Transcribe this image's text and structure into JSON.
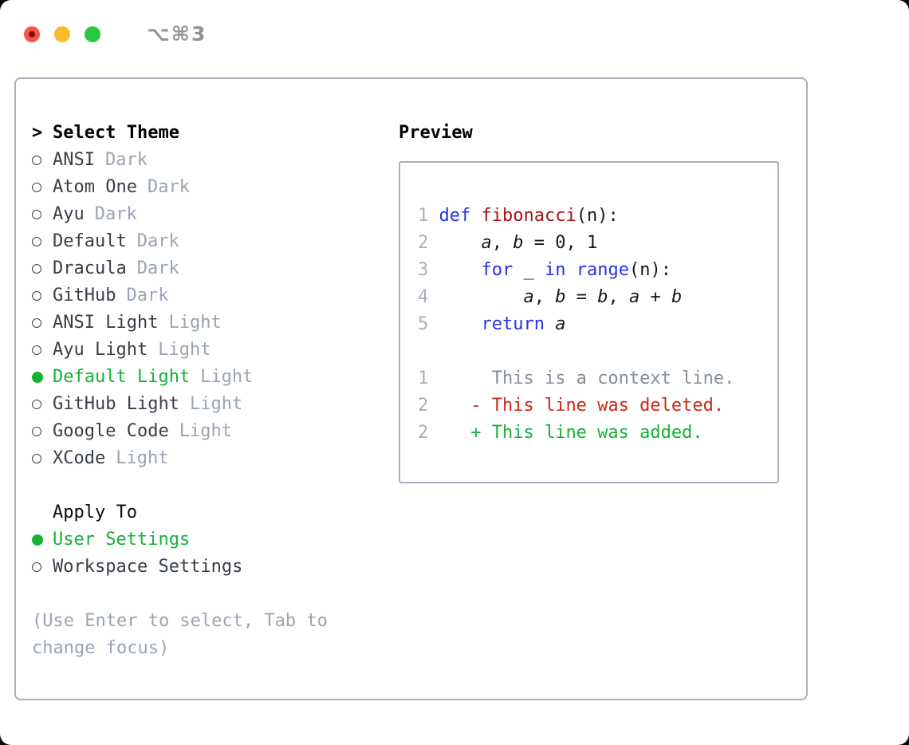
{
  "window": {
    "titlebar": {
      "shortcut_label": "⌥⌘3"
    }
  },
  "theme_panel": {
    "header": {
      "marker": ">",
      "label": "Select Theme"
    },
    "items": [
      {
        "name": "ANSI",
        "variant": "Dark",
        "selected": false
      },
      {
        "name": "Atom One",
        "variant": "Dark",
        "selected": false
      },
      {
        "name": "Ayu",
        "variant": "Dark",
        "selected": false
      },
      {
        "name": "Default",
        "variant": "Dark",
        "selected": false
      },
      {
        "name": "Dracula",
        "variant": "Dark",
        "selected": false
      },
      {
        "name": "GitHub",
        "variant": "Dark",
        "selected": false
      },
      {
        "name": "ANSI Light",
        "variant": "Light",
        "selected": false
      },
      {
        "name": "Ayu Light",
        "variant": "Light",
        "selected": false
      },
      {
        "name": "Default Light",
        "variant": "Light",
        "selected": true
      },
      {
        "name": "GitHub Light",
        "variant": "Light",
        "selected": false
      },
      {
        "name": "Google Code",
        "variant": "Light",
        "selected": false
      },
      {
        "name": "XCode",
        "variant": "Light",
        "selected": false
      }
    ],
    "apply_to": {
      "label": "Apply To",
      "options": [
        {
          "label": "User Settings",
          "selected": true
        },
        {
          "label": "Workspace Settings",
          "selected": false
        }
      ]
    },
    "help_lines": [
      "(Use Enter to select, Tab to",
      "change focus)"
    ]
  },
  "preview_panel": {
    "header": "Preview",
    "lines": [
      {
        "num": "1",
        "tokens": [
          {
            "t": "def",
            "c": "kw"
          },
          {
            "t": " ",
            "c": "pl"
          },
          {
            "t": "fibonacci",
            "c": "fn"
          },
          {
            "t": "(n):",
            "c": "pl"
          }
        ]
      },
      {
        "num": "2",
        "tokens": [
          {
            "t": "    ",
            "c": "pl"
          },
          {
            "t": "a",
            "c": "var"
          },
          {
            "t": ", ",
            "c": "pl"
          },
          {
            "t": "b",
            "c": "var"
          },
          {
            "t": " = 0, 1",
            "c": "pl"
          }
        ]
      },
      {
        "num": "3",
        "tokens": [
          {
            "t": "    ",
            "c": "pl"
          },
          {
            "t": "for",
            "c": "kw"
          },
          {
            "t": " _ ",
            "c": "pl"
          },
          {
            "t": "in",
            "c": "kw"
          },
          {
            "t": " ",
            "c": "pl"
          },
          {
            "t": "range",
            "c": "kw"
          },
          {
            "t": "(n):",
            "c": "pl"
          }
        ]
      },
      {
        "num": "4",
        "tokens": [
          {
            "t": "        ",
            "c": "pl"
          },
          {
            "t": "a",
            "c": "var"
          },
          {
            "t": ", ",
            "c": "pl"
          },
          {
            "t": "b",
            "c": "var"
          },
          {
            "t": " = ",
            "c": "pl"
          },
          {
            "t": "b",
            "c": "var"
          },
          {
            "t": ", ",
            "c": "pl"
          },
          {
            "t": "a",
            "c": "var"
          },
          {
            "t": " + ",
            "c": "pl"
          },
          {
            "t": "b",
            "c": "var"
          }
        ]
      },
      {
        "num": "5",
        "tokens": [
          {
            "t": "    ",
            "c": "pl"
          },
          {
            "t": "return",
            "c": "kw"
          },
          {
            "t": " ",
            "c": "pl"
          },
          {
            "t": "a",
            "c": "var"
          }
        ]
      },
      {
        "num": "",
        "tokens": []
      },
      {
        "num": "1",
        "tokens": [
          {
            "t": "     This is a context line.",
            "c": "ctx"
          }
        ]
      },
      {
        "num": "2",
        "tokens": [
          {
            "t": "   - This line was deleted.",
            "c": "del"
          }
        ]
      },
      {
        "num": "2",
        "tokens": [
          {
            "t": "   + This line was added.",
            "c": "add"
          }
        ]
      }
    ]
  },
  "colors": {
    "accent_green": "#13b335",
    "deleted_red": "#c9291a",
    "keyword_blue": "#2533e3",
    "function_red": "#a31515",
    "muted_gray": "#9aa4b2",
    "context_gray": "#868f98",
    "linenum_gray": "#a6b0bc",
    "border_gray": "#a7b0bc"
  }
}
